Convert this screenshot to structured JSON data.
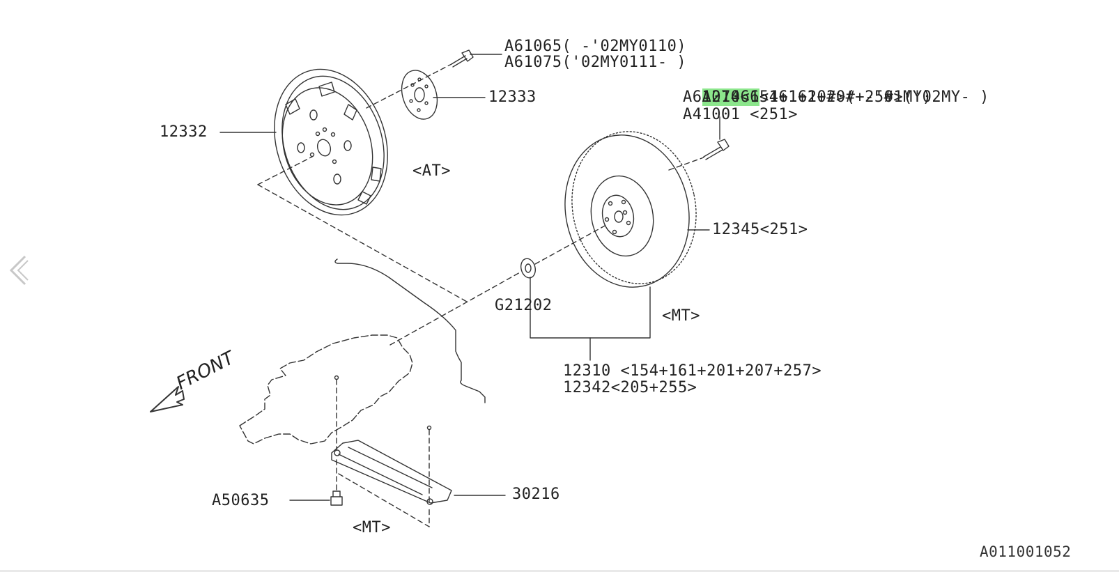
{
  "callouts": {
    "a61065": "A61065( -'02MY0110)",
    "a61075": "A61075('02MY0111- )",
    "a21066_code": "A21066",
    "a21066_rest": "<161+20#>( -'01MY)",
    "a61074": "A61074<154+161+20#+25#>('02MY- )",
    "a41001": "A41001 <251>",
    "p12333": "12333",
    "p12332": "12332",
    "at": "<AT>",
    "p12345": "12345<251>",
    "g21202": "G21202",
    "mt_upper": "<MT>",
    "p12310": "12310 <154+161+201+207+257>",
    "p12342": "12342<205+255>",
    "front": "FRONT",
    "a50635": "A50635",
    "p30216": "30216",
    "mt_lower": "<MT>"
  },
  "figure_id": "A011001052",
  "nav": {
    "prev_icon": "chevron-left-icon"
  },
  "colors": {
    "highlight": "#8ce68c",
    "line": "#333333"
  }
}
